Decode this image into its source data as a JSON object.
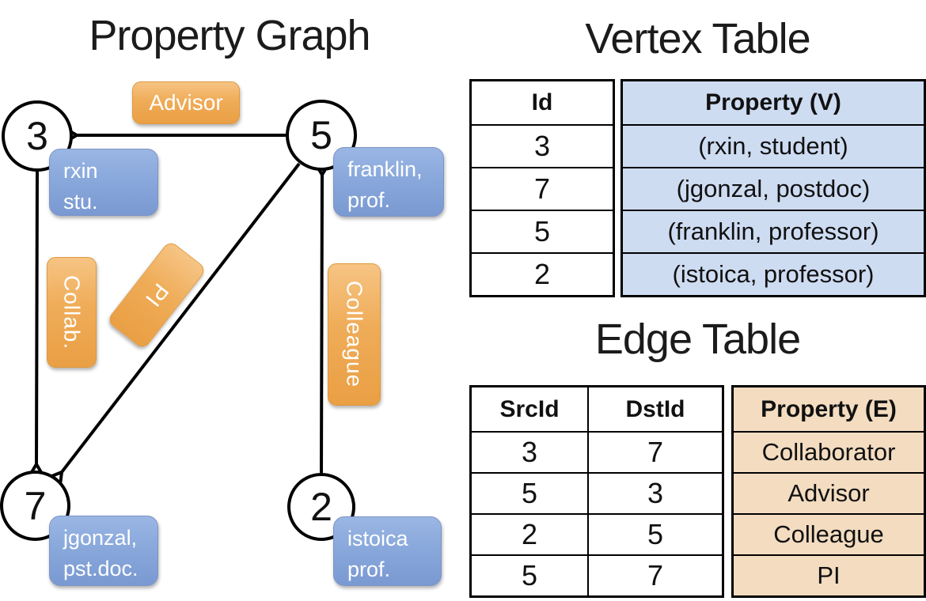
{
  "graph": {
    "title": "Property Graph",
    "nodes": [
      {
        "id": "3",
        "property_line1": "rxin",
        "property_line2": "stu."
      },
      {
        "id": "5",
        "property_line1": "franklin,",
        "property_line2": "prof."
      },
      {
        "id": "7",
        "property_line1": "jgonzal,",
        "property_line2": "pst.doc."
      },
      {
        "id": "2",
        "property_line1": "istoica",
        "property_line2": "prof."
      }
    ],
    "edge_labels": [
      {
        "label": "Advisor"
      },
      {
        "label": "Collab."
      },
      {
        "label": "PI"
      },
      {
        "label": "Colleague"
      }
    ]
  },
  "vertex_table": {
    "title": "Vertex Table",
    "headers": {
      "id": "Id",
      "property": "Property (V)"
    },
    "rows": [
      {
        "id": "3",
        "property": "(rxin, student)"
      },
      {
        "id": "7",
        "property": "(jgonzal, postdoc)"
      },
      {
        "id": "5",
        "property": "(franklin, professor)"
      },
      {
        "id": "2",
        "property": "(istoica, professor)"
      }
    ]
  },
  "edge_table": {
    "title": "Edge Table",
    "headers": {
      "src": "SrcId",
      "dst": "DstId",
      "property": "Property (E)"
    },
    "rows": [
      {
        "src": "3",
        "dst": "7",
        "property": "Collaborator"
      },
      {
        "src": "5",
        "dst": "3",
        "property": "Advisor"
      },
      {
        "src": "2",
        "dst": "5",
        "property": "Colleague"
      },
      {
        "src": "5",
        "dst": "7",
        "property": "PI"
      }
    ]
  },
  "colors": {
    "edge_label_orange": "#efac58",
    "vertex_box_blue": "#89a8db",
    "vertex_table_fill": "#cedcf2",
    "edge_table_fill": "#f3dcc0",
    "line_black": "#000000"
  }
}
